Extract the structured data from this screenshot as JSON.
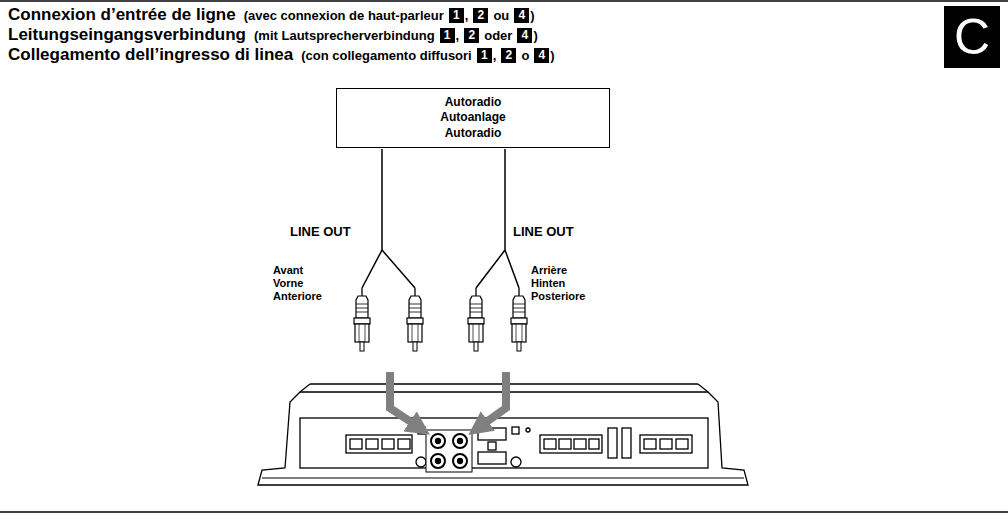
{
  "diagram": {
    "nodes": [
      {
        "text": [
          "1"
        ]
      },
      {
        "text": [
          "2"
        ]
      },
      {
        "text": [
          "4"
        ]
      },
      {
        "text": [
          "1"
        ]
      },
      {
        "text": [
          "2"
        ]
      },
      {
        "text": [
          "4"
        ]
      },
      {
        "text": [
          "1"
        ]
      },
      {
        "text": [
          "2"
        ]
      },
      {
        "text": [
          "4"
        ]
      },
      {
        "text": [
          "C"
        ]
      },
      {
        "text": [
          "Autoradio Autoanlage Autoradio"
        ]
      }
    ],
    "labels": [
      "Connexion d’entrée de ligne",
      "(avec connexion de haut-parleur",
      ",",
      "ou",
      ")",
      "Leitungseingangsverbindung",
      "(mit Lautsprecherverbindung",
      ",",
      "oder",
      ")",
      "Collegamento dell’ingresso di linea",
      "(con collegamento diffusori",
      ",",
      "o",
      ")",
      "LINE OUT",
      "LINE OUT",
      "Avant Vorne Anteriore",
      "Arrière Hinten Posteriore"
    ]
  }
}
